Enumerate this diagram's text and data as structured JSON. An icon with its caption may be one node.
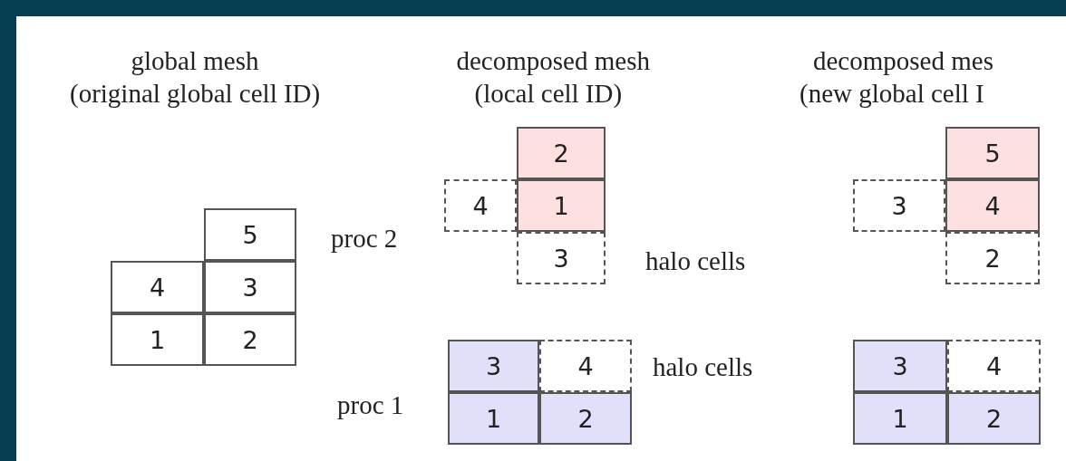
{
  "diagram": {
    "nodes": [
      {
        "text": [
          "5"
        ]
      },
      {
        "text": [
          "4"
        ]
      },
      {
        "text": [
          "3"
        ]
      },
      {
        "text": [
          "1"
        ]
      },
      {
        "text": [
          "2"
        ]
      },
      {
        "text": [
          "2"
        ]
      },
      {
        "text": [
          "4"
        ]
      },
      {
        "text": [
          "1"
        ]
      },
      {
        "text": [
          "3"
        ]
      },
      {
        "text": [
          "3"
        ]
      },
      {
        "text": [
          "4"
        ]
      },
      {
        "text": [
          "1"
        ]
      },
      {
        "text": [
          "2"
        ]
      },
      {
        "text": [
          "5"
        ]
      },
      {
        "text": [
          "3"
        ]
      },
      {
        "text": [
          "4"
        ]
      },
      {
        "text": [
          "2"
        ]
      },
      {
        "text": [
          "3"
        ]
      },
      {
        "text": [
          "4"
        ]
      },
      {
        "text": [
          "1"
        ]
      },
      {
        "text": [
          "2"
        ]
      }
    ],
    "edges": [],
    "labels": [
      "global mesh",
      "decomposed mesh",
      "decomposed mes",
      "(original global cell ID)",
      "(local cell ID)",
      "(new global cell I",
      "proc 2",
      "halo cells",
      "halo cells",
      "proc 1"
    ]
  }
}
